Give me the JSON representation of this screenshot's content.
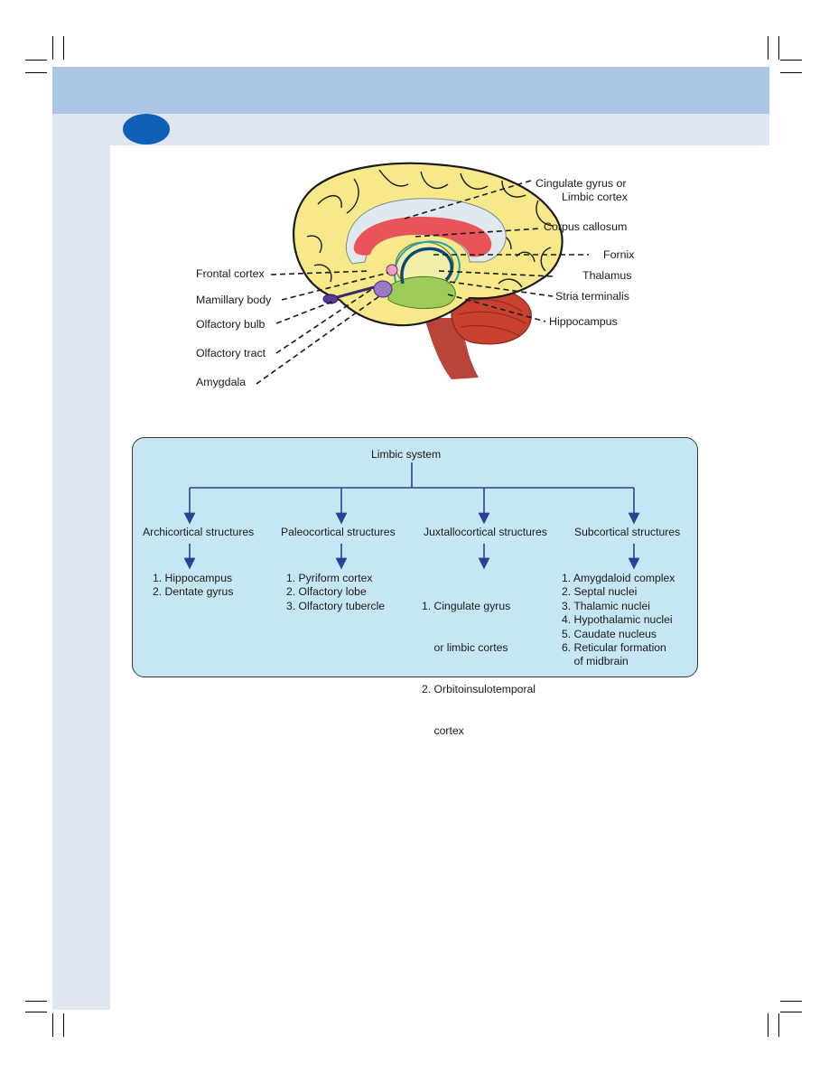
{
  "brain_labels": {
    "cingulate_line1": "Cingulate gyrus or",
    "cingulate_line2": "Limbic cortex",
    "corpus_callosum": "Corpus callosum",
    "fornix": "Fornix",
    "thalamus": "Thalamus",
    "stria_terminalis": "Stria terminalis",
    "hippocampus": "Hippocampus",
    "frontal_cortex": "Frontal cortex",
    "mamillary_body": "Mamillary body",
    "olfactory_bulb": "Olfactory bulb",
    "olfactory_tract": "Olfactory tract",
    "amygdala": "Amygdala"
  },
  "flowchart": {
    "root": "Limbic system",
    "branches": [
      {
        "title": "Archicortical structures",
        "items": [
          "1. Hippocampus",
          "2. Dentate gyrus"
        ]
      },
      {
        "title": "Paleocortical structures",
        "items": [
          "1. Pyriform cortex",
          "2. Olfactory lobe",
          "3. Olfactory tubercle"
        ]
      },
      {
        "title": "Juxtallocortical structures",
        "items": [
          "1. Cingulate gyrus",
          "    or limbic cortes",
          "2. Orbitoinsulotemporal",
          "    cortex"
        ]
      },
      {
        "title": "Subcortical structures",
        "items": [
          "1. Amygdaloid complex",
          "2. Septal nuclei",
          "3. Thalamic nuclei",
          "4. Hypothalamic nuclei",
          "5. Caudate nucleus",
          "6. Reticular formation",
          "    of midbrain"
        ]
      }
    ]
  },
  "colors": {
    "header_band": "#adc5e6",
    "side_band": "#dfe6f2",
    "badge": "#0d60b5",
    "chart_background": "#c7e6f4",
    "arrow": "#2a3f96",
    "cortex": "#f7e98a",
    "corpus_callosum": "#e8545a",
    "cerebellum": "#c8402e"
  }
}
